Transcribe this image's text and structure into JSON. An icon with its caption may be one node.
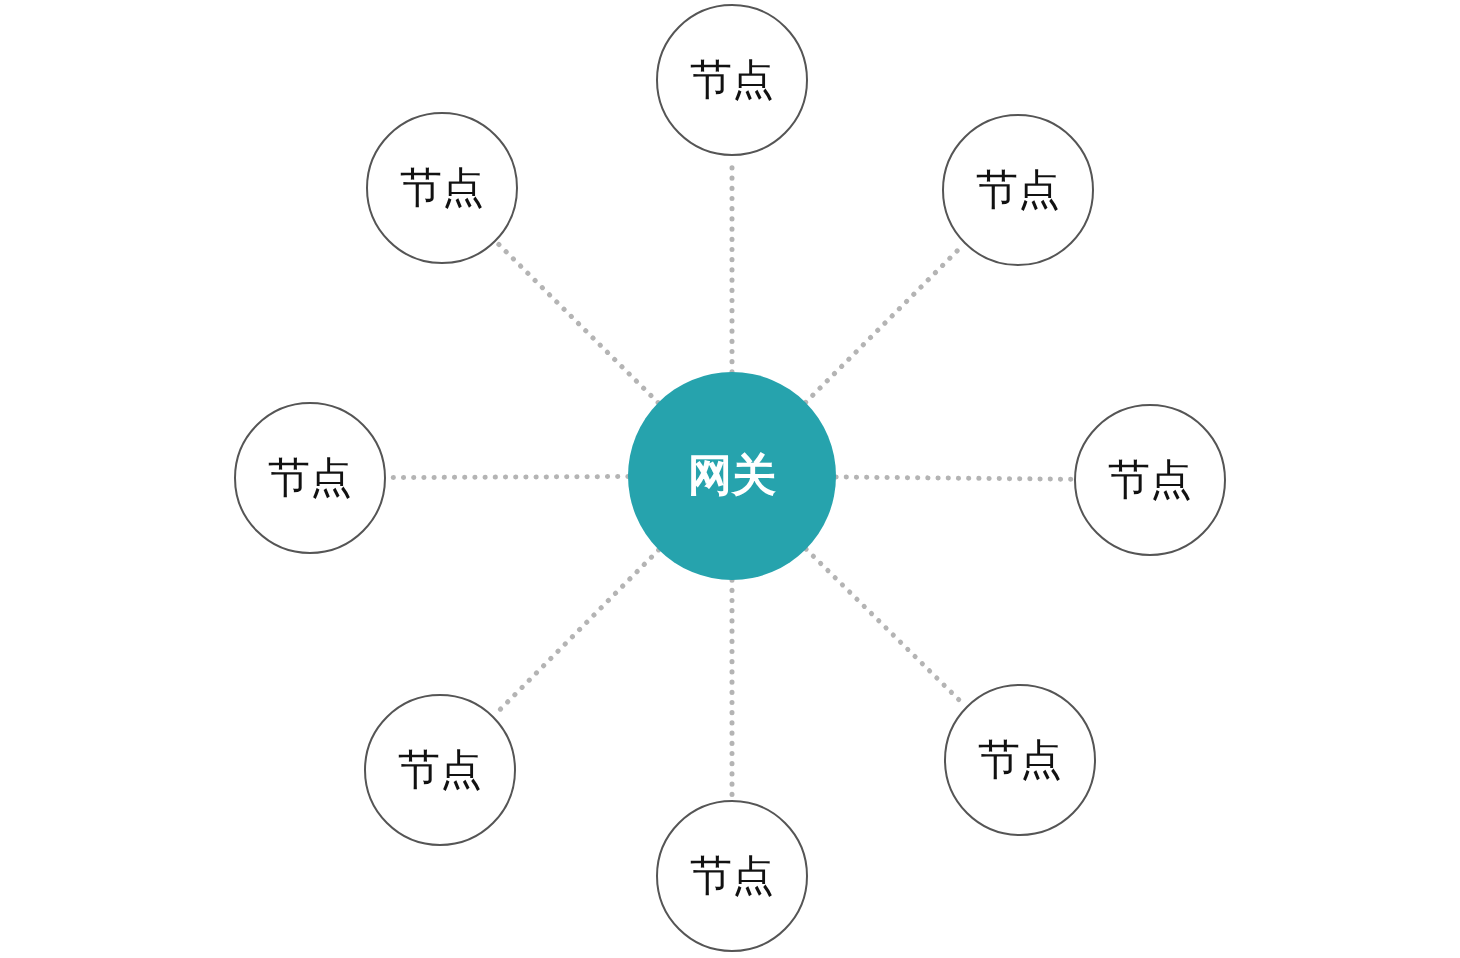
{
  "diagram": {
    "nodes": [
      {
        "text": [
          "网关"
        ]
      },
      {
        "text": [
          "节点"
        ]
      },
      {
        "text": [
          "节点"
        ]
      },
      {
        "text": [
          "节点"
        ]
      },
      {
        "text": [
          "节点"
        ]
      },
      {
        "text": [
          "节点"
        ]
      },
      {
        "text": [
          "节点"
        ]
      },
      {
        "text": [
          "节点"
        ]
      },
      {
        "text": [
          "节点"
        ]
      }
    ],
    "edges": [
      {
        "from": 0,
        "to": 1,
        "arrow": "none"
      },
      {
        "from": 0,
        "to": 2,
        "arrow": "none"
      },
      {
        "from": 0,
        "to": 3,
        "arrow": "none"
      },
      {
        "from": 0,
        "to": 4,
        "arrow": "none"
      },
      {
        "from": 0,
        "to": 5,
        "arrow": "none"
      },
      {
        "from": 0,
        "to": 6,
        "arrow": "none"
      },
      {
        "from": 0,
        "to": 7,
        "arrow": "none"
      },
      {
        "from": 0,
        "to": 8,
        "arrow": "none"
      }
    ]
  }
}
